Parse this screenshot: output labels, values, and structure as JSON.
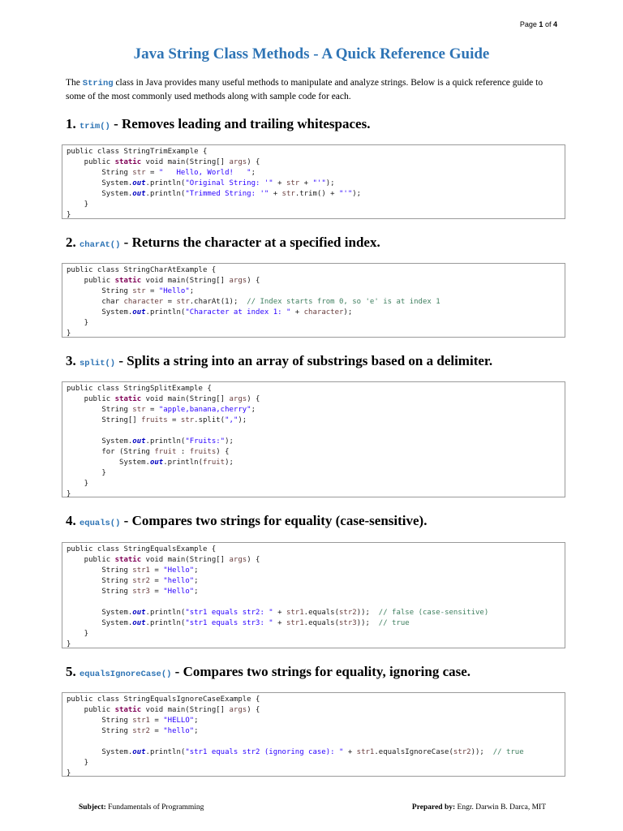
{
  "page": {
    "label": "Page",
    "current": "1",
    "of": "of",
    "total": "4"
  },
  "title": "Java String Class Methods - A Quick Reference Guide",
  "intro": {
    "before": "The ",
    "keyword": "String",
    "after": " class in Java provides many useful methods to manipulate and analyze strings. Below is a quick reference guide to some of the most commonly used methods along with sample code for each."
  },
  "sections": [
    {
      "number": "1.",
      "method": "trim()",
      "description": "- Removes leading and trailing whitespaces.",
      "code": [
        "public class StringTrimExample {",
        "    public static void main(String[] args) {",
        "        String str = \"   Hello, World!   \";",
        "        System.out.println(\"Original String: '\" + str + \"'\");",
        "        System.out.println(\"Trimmed String: '\" + str.trim() + \"'\");",
        "    }",
        "}"
      ]
    },
    {
      "number": "2.",
      "method": "charAt()",
      "description": "- Returns the character at a specified index.",
      "code": [
        "public class StringCharAtExample {",
        "    public static void main(String[] args) {",
        "        String str = \"Hello\";",
        "        char character = str.charAt(1);  // Index starts from 0, so 'e' is at index 1",
        "        System.out.println(\"Character at index 1: \" + character);",
        "    }",
        "}"
      ]
    },
    {
      "number": "3.",
      "method": "split()",
      "description": "- Splits a string into an array of substrings based on a delimiter.",
      "code": [
        "public class StringSplitExample {",
        "    public static void main(String[] args) {",
        "        String str = \"apple,banana,cherry\";",
        "        String[] fruits = str.split(\",\");",
        "",
        "        System.out.println(\"Fruits:\");",
        "        for (String fruit : fruits) {",
        "            System.out.println(fruit);",
        "        }",
        "    }",
        "}"
      ]
    },
    {
      "number": "4.",
      "method": "equals()",
      "description": "- Compares two strings for equality (case-sensitive).",
      "code": [
        "public class StringEqualsExample {",
        "    public static void main(String[] args) {",
        "        String str1 = \"Hello\";",
        "        String str2 = \"hello\";",
        "        String str3 = \"Hello\";",
        "",
        "        System.out.println(\"str1 equals str2: \" + str1.equals(str2));  // false (case-sensitive)",
        "        System.out.println(\"str1 equals str3: \" + str1.equals(str3));  // true",
        "    }",
        "}"
      ]
    },
    {
      "number": "5.",
      "method": "equalsIgnoreCase()",
      "description": "- Compares two strings for equality, ignoring case.",
      "code": [
        "public class StringEqualsIgnoreCaseExample {",
        "    public static void main(String[] args) {",
        "        String str1 = \"HELLO\";",
        "        String str2 = \"hello\";",
        "",
        "        System.out.println(\"str1 equals str2 (ignoring case): \" + str1.equalsIgnoreCase(str2));  // true",
        "    }",
        "}"
      ]
    }
  ],
  "footer": {
    "subject_label": "Subject:",
    "subject_value": "Fundamentals of Programming",
    "prepared_label": "Prepared by:",
    "prepared_value": "Engr. Darwin B. Darca, MIT"
  },
  "colors": {
    "title": "#2e74b5",
    "string_literal": "#2a00ff",
    "keyword": "#7f0055",
    "variable": "#6a3e3e",
    "static_field": "#0000c0",
    "comment": "#3f7f5f"
  }
}
